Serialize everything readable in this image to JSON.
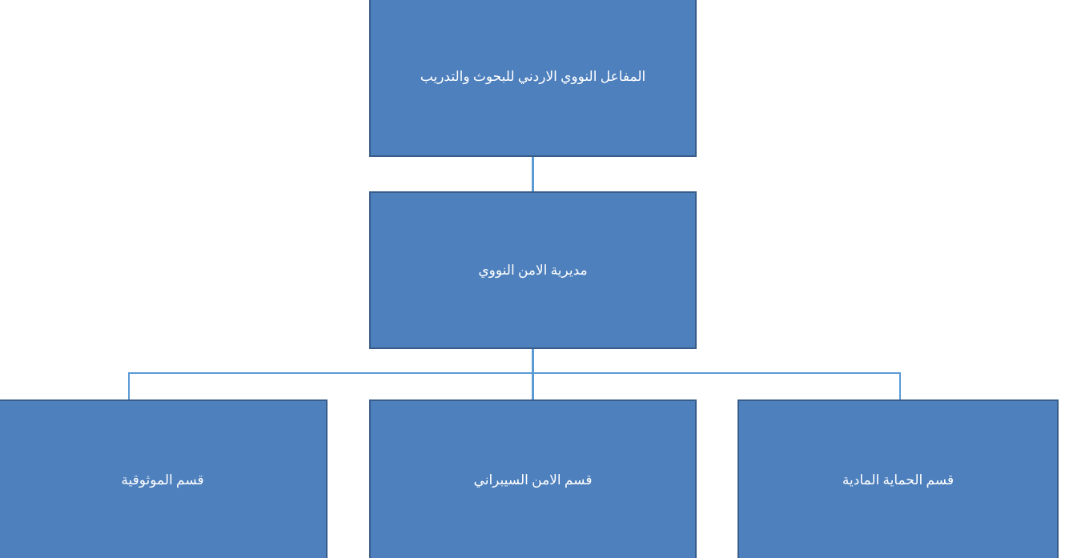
{
  "chart": {
    "title": "",
    "type": "org-chart",
    "direction": "rtl",
    "colors": {
      "node_fill": "#4E80BD",
      "node_border": "#385D8A",
      "node_text": "#FFFFFF",
      "connector": "#5B9BD5",
      "background": "#FFFFFF"
    },
    "nodes": {
      "root": {
        "label": "المفاعل النووي الاردني للبحوث والتدريب",
        "level": 1
      },
      "directorate": {
        "label": "مديرية الامن النووي",
        "level": 2
      },
      "departments": [
        {
          "label": "قسم الموثوقية",
          "level": 3,
          "position": "left"
        },
        {
          "label": "قسم الامن السيبراني",
          "level": 3,
          "position": "center"
        },
        {
          "label": "قسم الحماية المادية",
          "level": 3,
          "position": "right"
        }
      ]
    }
  }
}
